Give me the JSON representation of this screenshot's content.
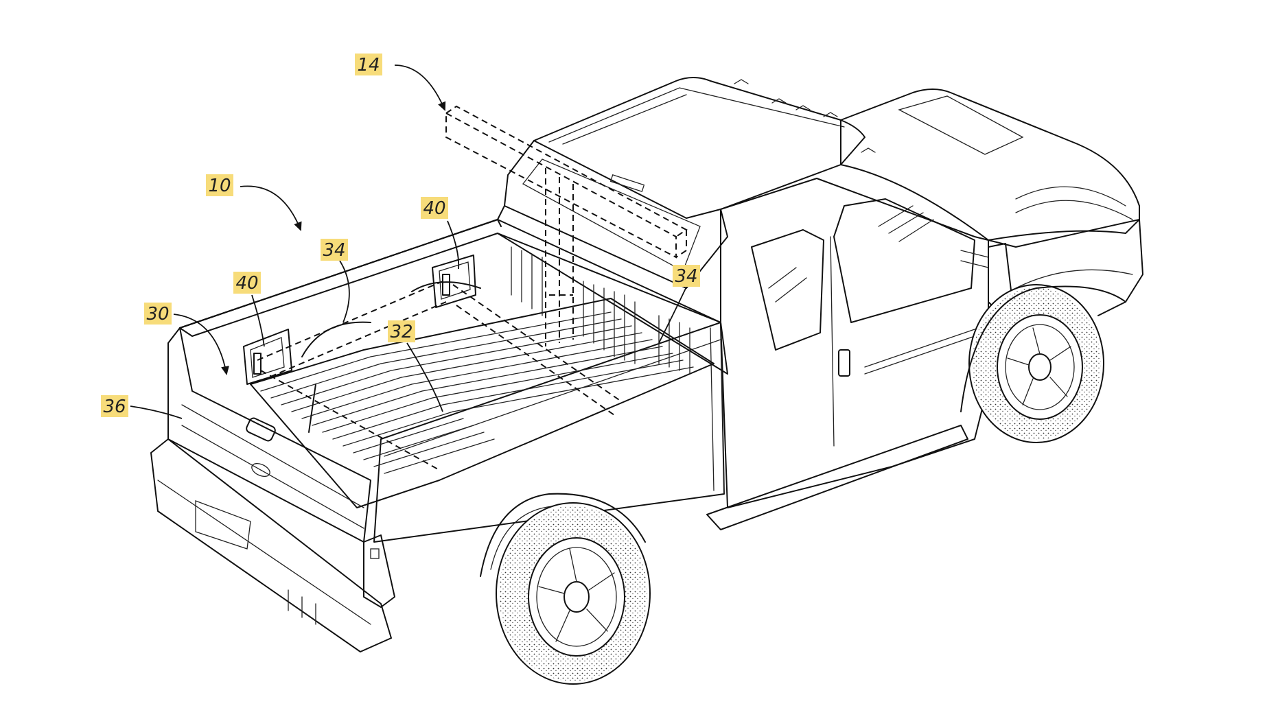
{
  "figure": {
    "labels": [
      {
        "id": "l14",
        "text": "14"
      },
      {
        "id": "l10",
        "text": "10"
      },
      {
        "id": "l40a",
        "text": "40"
      },
      {
        "id": "l34a",
        "text": "34"
      },
      {
        "id": "l40b",
        "text": "40"
      },
      {
        "id": "l30",
        "text": "30"
      },
      {
        "id": "l32",
        "text": "32"
      },
      {
        "id": "l34b",
        "text": "34"
      },
      {
        "id": "l36",
        "text": "36"
      }
    ],
    "colors": {
      "label_highlight": "#f7dc7a",
      "line": "#111111",
      "background": "#ffffff"
    }
  }
}
